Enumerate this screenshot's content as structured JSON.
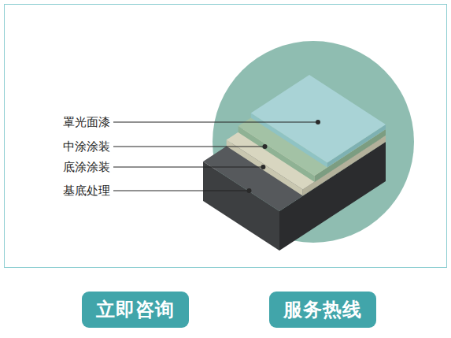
{
  "diagram": {
    "nodes": [
      {
        "text": [
          "立即咨询"
        ]
      },
      {
        "text": [
          "服务热线"
        ]
      }
    ],
    "labels": [
      "罩光面漆",
      "中涂涂装",
      "底涂涂装",
      "基底处理"
    ]
  }
}
